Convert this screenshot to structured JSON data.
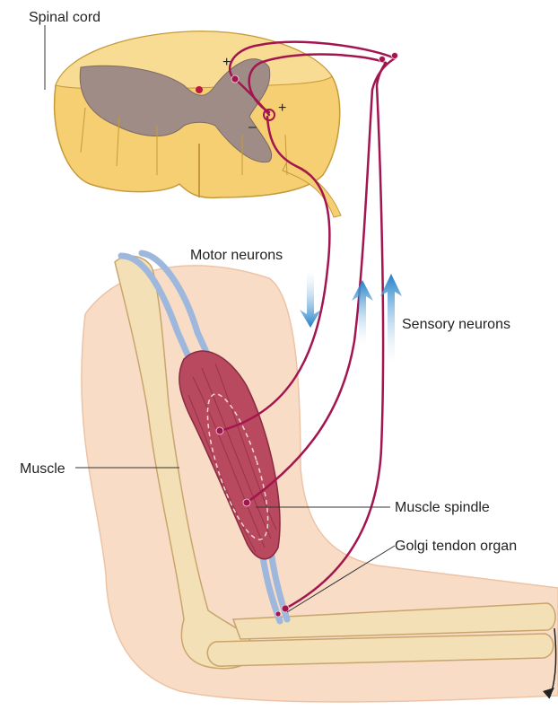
{
  "labels": {
    "spinal_cord": "Spinal cord",
    "motor_neurons": "Motor neurons",
    "sensory_neurons": "Sensory neurons",
    "muscle": "Muscle",
    "muscle_spindle": "Muscle spindle",
    "golgi_tendon_organ": "Golgi tendon organ",
    "plus": "+",
    "minus": "–"
  },
  "colors": {
    "nerve": "#a3154f",
    "arrow": "#1f7fc8",
    "skin": "#f9dcc6",
    "bone": "#f4e0b6",
    "cord": "#f5cf72",
    "grey_matter": "#a08c86",
    "muscle": "#b8495e",
    "tendon": "#9db8dc"
  }
}
